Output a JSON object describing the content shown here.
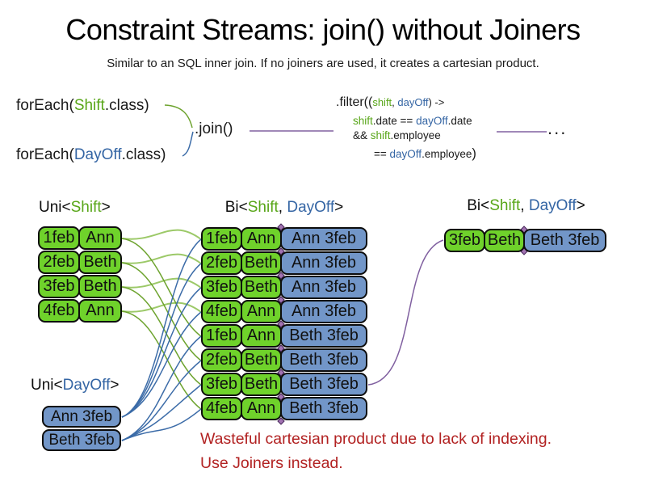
{
  "slide": {
    "title": "Constraint Streams: join() without Joiners",
    "subtitle": "Similar to an SQL inner join. If no joiners are used, it creates a cartesian product."
  },
  "code": {
    "foreach_shift": {
      "fn": "forEach(",
      "cls": "Shift",
      "end": ".class)"
    },
    "foreach_dayoff": {
      "fn": "forEach(",
      "cls": "DayOff",
      "end": ".class)"
    },
    "join_label": ".join()",
    "filter": {
      "head_fn": ".filter((",
      "arg1": "shift",
      "comma": ", ",
      "arg2": "dayOff",
      "head_end": ") ->",
      "l2_shift": "shift",
      "l2_mid": ".date == ",
      "l2_dayoff": "dayOff",
      "l2_end": ".date",
      "l3_and": "&& ",
      "l3_shift": "shift",
      "l3_end": ".employee",
      "l4_eq": "== ",
      "l4_dayoff": "dayOff",
      "l4_mid": ".employee",
      "l4_close": ")"
    },
    "ellipsis": "..."
  },
  "streams": {
    "uni_shift": {
      "header": {
        "pre": "Uni<",
        "type": "Shift",
        "post": ">"
      },
      "rows": [
        {
          "date": "1feb",
          "employee": "Ann"
        },
        {
          "date": "2feb",
          "employee": "Beth"
        },
        {
          "date": "3feb",
          "employee": "Beth"
        },
        {
          "date": "4feb",
          "employee": "Ann"
        }
      ]
    },
    "uni_dayoff": {
      "header": {
        "pre": "Uni<",
        "type": "DayOff",
        "post": ">"
      },
      "rows": [
        {
          "label": "Ann 3feb"
        },
        {
          "label": "Beth 3feb"
        }
      ]
    },
    "bi_product": {
      "header": {
        "pre": "Bi<",
        "type1": "Shift",
        "sep": ", ",
        "type2": "DayOff",
        "post": ">"
      },
      "rows": [
        {
          "date": "1feb",
          "employee": "Ann",
          "dayoff": "Ann 3feb",
          "shift_index": 0,
          "dayoff_index": 0
        },
        {
          "date": "2feb",
          "employee": "Beth",
          "dayoff": "Ann 3feb",
          "shift_index": 1,
          "dayoff_index": 0
        },
        {
          "date": "3feb",
          "employee": "Beth",
          "dayoff": "Ann 3feb",
          "shift_index": 2,
          "dayoff_index": 0
        },
        {
          "date": "4feb",
          "employee": "Ann",
          "dayoff": "Ann 3feb",
          "shift_index": 3,
          "dayoff_index": 0
        },
        {
          "date": "1feb",
          "employee": "Ann",
          "dayoff": "Beth 3feb",
          "shift_index": 0,
          "dayoff_index": 1
        },
        {
          "date": "2feb",
          "employee": "Beth",
          "dayoff": "Beth 3feb",
          "shift_index": 1,
          "dayoff_index": 1
        },
        {
          "date": "3feb",
          "employee": "Beth",
          "dayoff": "Beth 3feb",
          "shift_index": 2,
          "dayoff_index": 1
        },
        {
          "date": "4feb",
          "employee": "Ann",
          "dayoff": "Beth 3feb",
          "shift_index": 3,
          "dayoff_index": 1
        }
      ]
    },
    "bi_filtered": {
      "header": {
        "pre": "Bi<",
        "type1": "Shift",
        "sep": ", ",
        "type2": "DayOff",
        "post": ">"
      },
      "rows": [
        {
          "date": "3feb",
          "employee": "Beth",
          "dayoff": "Beth 3feb",
          "source_bi_index": 6
        }
      ]
    }
  },
  "warning": {
    "line1": "Wasteful cartesian product due to lack of indexing.",
    "line2": "Use Joiners instead."
  },
  "colors": {
    "shift_green_box": "#6fd22b",
    "shift_green_text": "#58a618",
    "dayoff_blue_box": "#7296c8",
    "dayoff_blue_text": "#3465a4",
    "employee_orange_text": "#e2701f",
    "warning_red": "#b22222",
    "join_purple": "#8060a0",
    "line_green": "#6da32e",
    "line_green_light": "#9cc968",
    "line_blue": "#3c6ca8",
    "diamond_purple": "#a273b2"
  }
}
